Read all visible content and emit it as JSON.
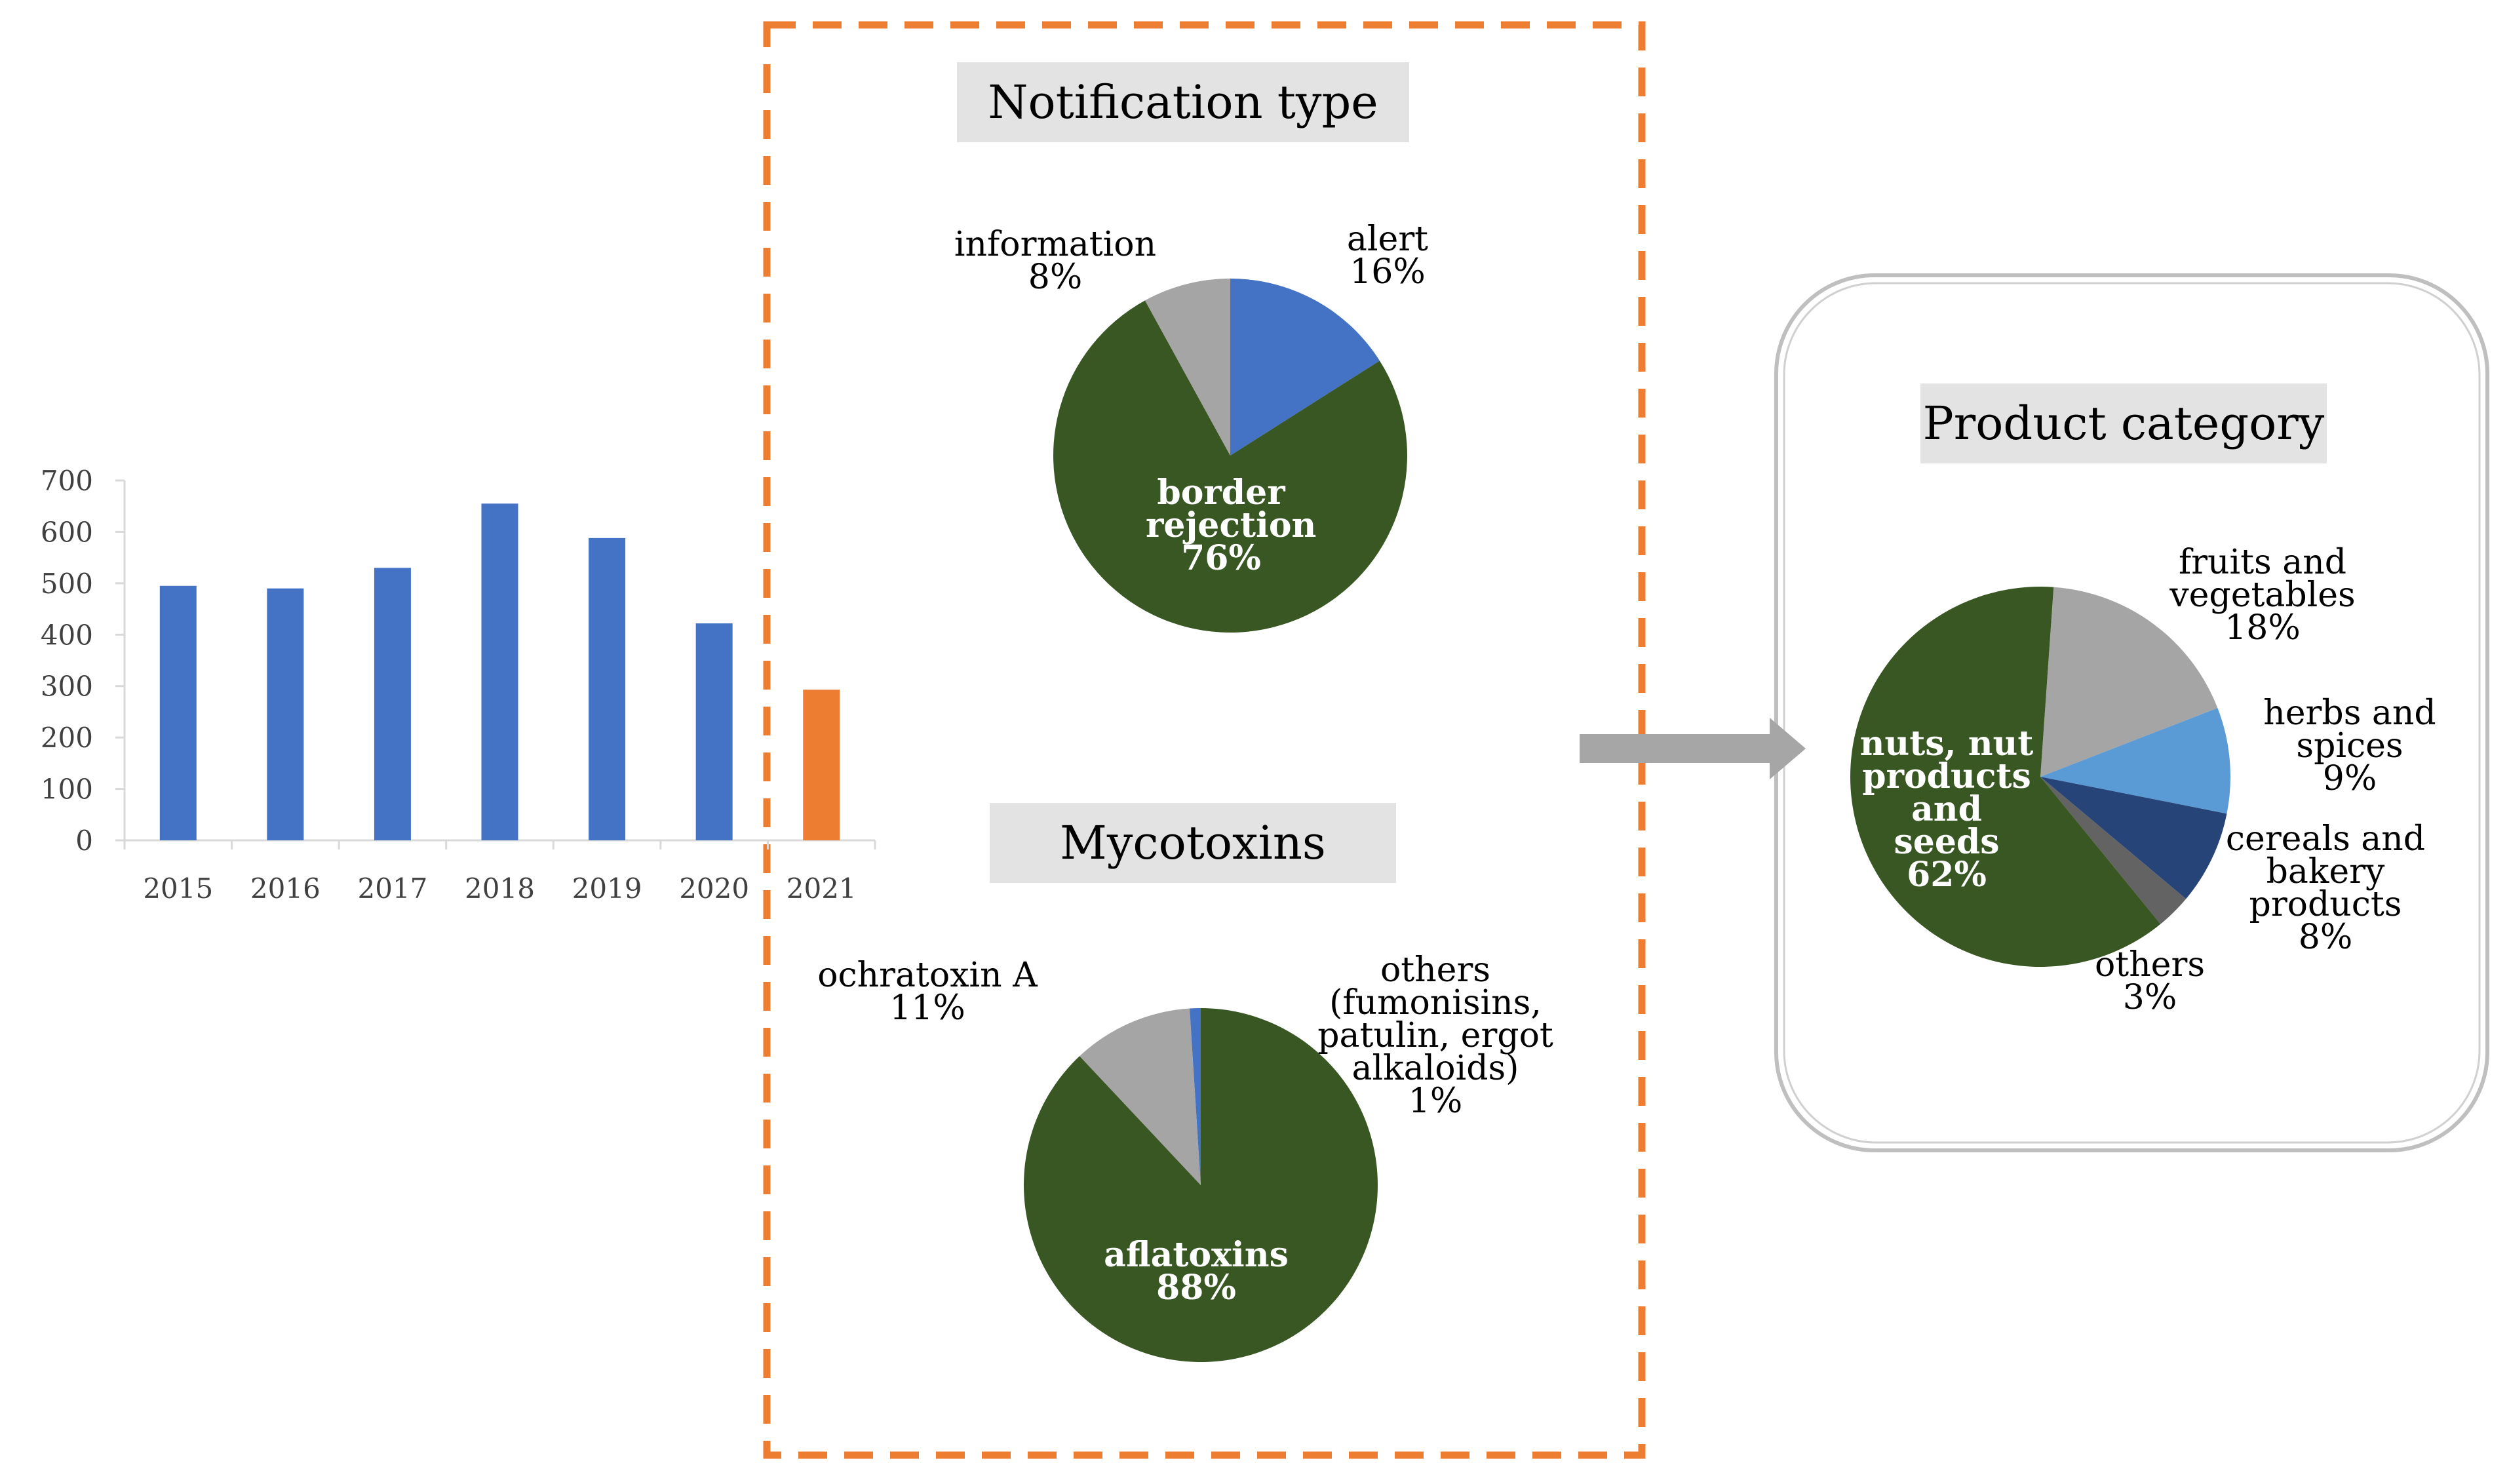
{
  "chart_data": [
    {
      "type": "bar",
      "categories": [
        "2015",
        "2016",
        "2017",
        "2018",
        "2019",
        "2020",
        "2021"
      ],
      "values": [
        495,
        490,
        530,
        655,
        588,
        422,
        293
      ],
      "bar_colors": [
        "#4472c4",
        "#4472c4",
        "#4472c4",
        "#4472c4",
        "#4472c4",
        "#4472c4",
        "#ed7d31"
      ],
      "ylim": [
        0,
        700
      ],
      "yticks": [
        "0",
        "100",
        "200",
        "300",
        "400",
        "500",
        "600",
        "700"
      ],
      "grid": false
    },
    {
      "type": "pie",
      "title": "Notification type",
      "slices": [
        {
          "label": "alert",
          "value": 16,
          "pct": "16%",
          "color": "#4472c4"
        },
        {
          "label": "border rejection",
          "value": 76,
          "pct": "76%",
          "color": "#385723"
        },
        {
          "label": "information",
          "value": 8,
          "pct": "8%",
          "color": "#a5a5a5"
        }
      ]
    },
    {
      "type": "pie",
      "title": "Mycotoxins",
      "slices": [
        {
          "label": "aflatoxins",
          "value": 88,
          "pct": "88%",
          "color": "#385723"
        },
        {
          "label": "ochratoxin A",
          "value": 11,
          "pct": "11%",
          "color": "#a5a5a5"
        },
        {
          "label": "others (fumonisins, patulin, ergot alkaloids)",
          "value": 1,
          "pct": "1%",
          "color": "#4472c4"
        }
      ]
    },
    {
      "type": "pie",
      "title": "Product category",
      "slices": [
        {
          "label": "fruits and vegetables",
          "value": 18,
          "pct": "18%",
          "color": "#a5a5a5"
        },
        {
          "label": "herbs and spices",
          "value": 9,
          "pct": "9%",
          "color": "#5b9bd5"
        },
        {
          "label": "cereals and bakery products",
          "value": 8,
          "pct": "8%",
          "color": "#264478"
        },
        {
          "label": "others",
          "value": 3,
          "pct": "3%",
          "color": "#636363"
        },
        {
          "label": "nuts, nut products and seeds",
          "value": 62,
          "pct": "62%",
          "color": "#385723"
        }
      ]
    }
  ],
  "colors": {
    "dashed_frame": "#ed7d31",
    "arrow": "#a6a6a6",
    "rounded_frame": "#bfbfbf",
    "title_bg": "#e3e3e3"
  }
}
